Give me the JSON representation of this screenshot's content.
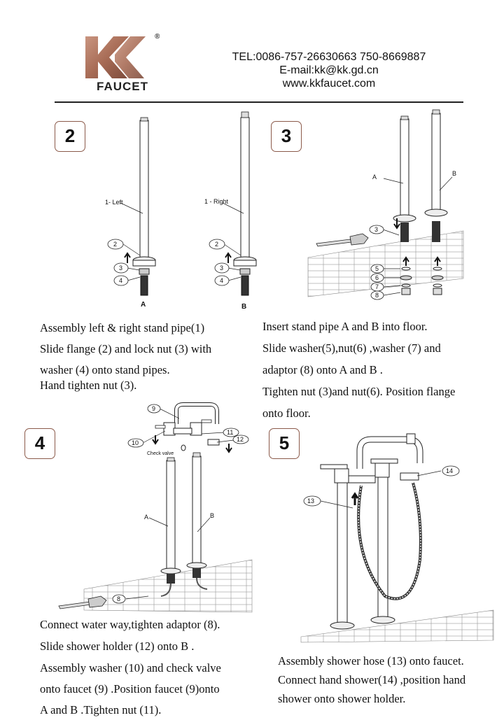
{
  "brand": {
    "name": "FAUCET",
    "registered_mark": "®",
    "colors": {
      "copper": "#b07a64",
      "copper_dark": "#7c4b3b",
      "badge_border": "#8b5a4a"
    }
  },
  "contact": {
    "tel": "TEL:0086-757-26630663 750-8669887",
    "email": "E-mail:kk@kk.gd.cn",
    "web": "www.kkfaucet.com"
  },
  "steps": [
    {
      "number": "2",
      "labels": {
        "left": "1- Left",
        "right": "1 - Right",
        "p2": "2",
        "p3": "3",
        "p4": "4",
        "a": "A",
        "b": "B"
      },
      "instructions": [
        "Assembly left & right stand pipe(1)",
        "Slide flange (2) and lock nut (3) with",
        "washer (4) onto stand pipes.",
        "Hand tighten nut (3)."
      ]
    },
    {
      "number": "3",
      "labels": {
        "a": "A",
        "b": "B",
        "p3": "3",
        "p5": "5",
        "p6": "6",
        "p7": "7",
        "p8": "8"
      },
      "instructions": [
        "Insert stand pipe A and B into floor.",
        "Slide washer(5),nut(6) ,washer (7) and",
        "adaptor (8) onto A and B .",
        "Tighten nut (3)and nut(6).  Position flange",
        "onto floor."
      ]
    },
    {
      "number": "4",
      "labels": {
        "p9": "9",
        "p10": "10",
        "p11": "11",
        "p12": "12",
        "p8": "8",
        "check_valve": "Check valve",
        "a": "A",
        "b": "B"
      },
      "instructions": [
        "Connect water way,tighten adaptor (8).",
        "Slide shower holder (12) onto B .",
        "Assembly washer (10) and check valve",
        "onto faucet (9) .Position faucet (9)onto",
        "A and B .Tighten nut (11)."
      ]
    },
    {
      "number": "5",
      "labels": {
        "p13": "13",
        "p14": "14"
      },
      "instructions": [
        "Assembly shower hose (13) onto faucet.",
        "Connect hand shower(14) ,position hand",
        "shower onto shower holder."
      ]
    }
  ]
}
